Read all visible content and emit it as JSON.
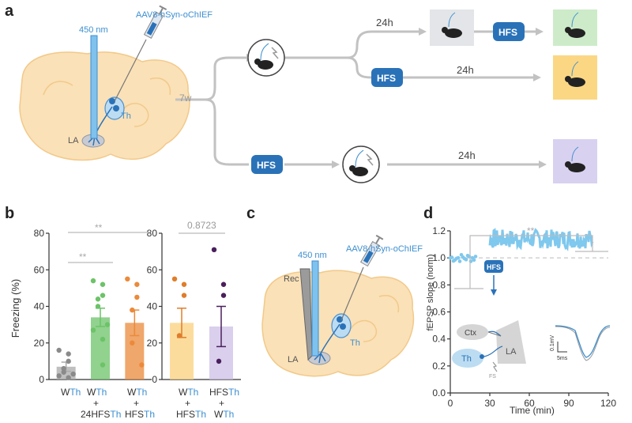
{
  "panels": {
    "a": {
      "label": "a",
      "wavelength": "450 nm",
      "virus": "AAV8-hSyn-oChIEF",
      "la": "LA",
      "th": "Th",
      "delay": "7w",
      "wait1": "24h",
      "wait2": "24h",
      "wait3": "24h",
      "hfs": "HFS",
      "colors": {
        "gray": "#e3e5e8",
        "green": "#cdebc9",
        "orange": "#fbd784",
        "purple": "#d9d1f0"
      }
    },
    "b": {
      "label": "b",
      "ylabel": "Freezing (%)",
      "sig1": "**",
      "sig2": "**",
      "pval": "0.8723",
      "xlabels": [
        {
          "line1": "W",
          "sub1": "Th",
          "plus": "",
          "line2": "",
          "sub2": ""
        },
        {
          "line1": "W",
          "sub1": "Th",
          "plus": "+",
          "line2": "24HFS",
          "sub2": "Th"
        },
        {
          "line1": "W",
          "sub1": "Th",
          "plus": "+",
          "line2": "HFS",
          "sub2": "Th"
        },
        {
          "line1": "W",
          "sub1": "Th",
          "plus": "+",
          "line2": "HFS",
          "sub2": "Th"
        },
        {
          "line1": "HFS",
          "sub1": "Th",
          "plus": "+",
          "line2": "W",
          "sub2": "Th"
        }
      ]
    },
    "c": {
      "label": "c",
      "wavelength": "450 nm",
      "virus": "AAV8-hSyn-oChIEF",
      "rec": "Rec",
      "la": "LA",
      "th": "Th"
    },
    "d": {
      "label": "d",
      "ylabel": "fEPSP slope (norm)",
      "xlabel": "Time (min)",
      "sig": "**",
      "hfs": "HFS",
      "ctx": "Ctx",
      "la": "LA",
      "th": "Th",
      "fs": "FS",
      "scale_v": "0.1mV",
      "scale_t": "5ms"
    }
  },
  "chart_data": [
    {
      "type": "bar",
      "title": "",
      "xlabel": "",
      "ylabel": "Freezing (%)",
      "ylim": [
        0,
        80
      ],
      "yticks": [
        0,
        20,
        40,
        60,
        80
      ],
      "categories": [
        "WTh",
        "WTh + 24HFSTh",
        "WTh + HFSTh"
      ],
      "values": [
        7,
        34,
        31
      ],
      "errors": [
        2.5,
        5,
        7
      ],
      "colors": [
        "#a9a9a9",
        "#6cc368",
        "#eb8a3a"
      ],
      "points": [
        [
          16,
          14,
          10,
          6,
          4,
          3,
          2,
          1
        ],
        [
          54,
          52,
          46,
          44,
          40,
          30,
          27,
          22,
          8
        ],
        [
          55,
          52,
          45,
          38,
          20,
          8
        ]
      ],
      "annotations": [
        "**",
        "**"
      ]
    },
    {
      "type": "bar",
      "title": "",
      "ylim": [
        0,
        80
      ],
      "yticks": [
        0,
        20,
        40,
        60,
        80
      ],
      "categories": [
        "WTh + HFSTh",
        "HFSTh + WTh"
      ],
      "values": [
        31,
        29
      ],
      "errors": [
        8,
        11
      ],
      "colors": [
        "#fbd07c",
        "#cdbfe6"
      ],
      "point_colors": [
        "#e07d2a",
        "#4a1f5c"
      ],
      "points": [
        [
          55,
          52,
          46,
          24
        ],
        [
          71,
          52,
          46,
          10
        ]
      ],
      "annotations": [
        "0.8723"
      ]
    },
    {
      "type": "scatter",
      "title": "",
      "xlabel": "Time (min)",
      "ylabel": "fEPSP slope (norm)",
      "xlim": [
        0,
        120
      ],
      "ylim": [
        0,
        1.2
      ],
      "xticks": [
        0,
        30,
        60,
        90,
        120
      ],
      "yticks": [
        0,
        0.2,
        0.4,
        0.6,
        0.8,
        1.0,
        1.2
      ],
      "baseline": 1.0,
      "series": [
        {
          "segment": "pre",
          "x_start": 0,
          "x_end": 20,
          "mean": 1.0
        },
        {
          "segment": "post",
          "x_start": 30,
          "x_end": 108,
          "mean": 1.14
        }
      ],
      "annotations": [
        "**",
        "HFS"
      ]
    }
  ]
}
